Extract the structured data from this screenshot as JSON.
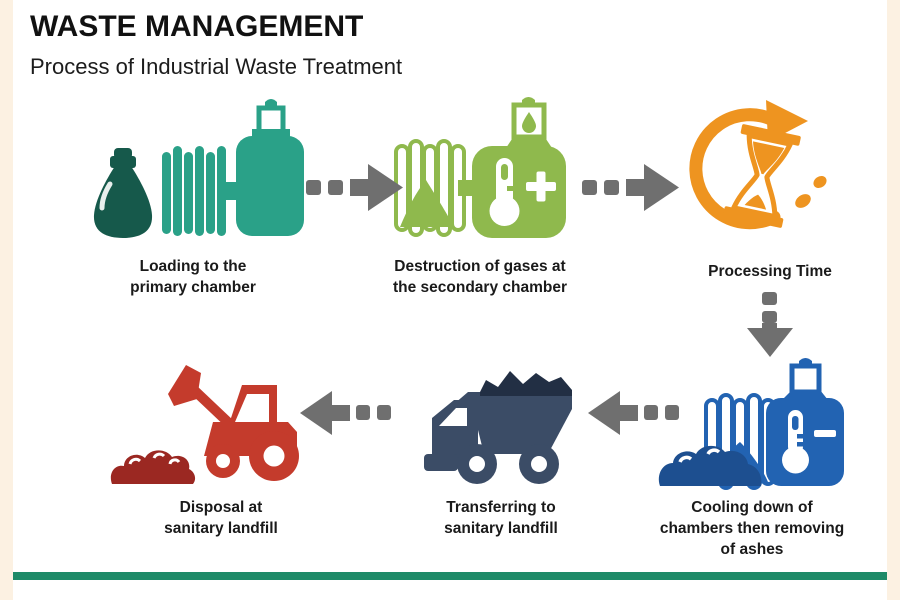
{
  "header": {
    "title": "WASTE MANAGEMENT",
    "subtitle": "Process of Industrial Waste Treatment"
  },
  "steps": [
    {
      "name": "loading-to-primary-chamber",
      "lines": [
        "Loading to the",
        "primary chamber"
      ],
      "icons": [
        "waste-bag-icon",
        "primary-chamber-icon",
        "treatment-tank-icon"
      ],
      "color": "#2aa188"
    },
    {
      "name": "destruction-of-gases",
      "lines": [
        "Destruction of gases at",
        "the secondary chamber"
      ],
      "icons": [
        "secondary-chamber-icon",
        "secondary-tank-thermometer-plus-icon"
      ],
      "color": "#8fb94d"
    },
    {
      "name": "processing-time",
      "lines": [
        "Processing Time"
      ],
      "icons": [
        "hourglass-cycle-icon"
      ],
      "color": "#ee9420"
    },
    {
      "name": "cooling-and-ash-removal",
      "lines": [
        "Cooling down of",
        "chambers then removing",
        "of ashes"
      ],
      "icons": [
        "ash-pile-icon",
        "cooling-chamber-icon",
        "cooling-tank-thermometer-minus-icon"
      ],
      "color": "#2263b2"
    },
    {
      "name": "transferring-to-landfill",
      "lines": [
        "Transferring to",
        "sanitary landfill"
      ],
      "icons": [
        "dump-truck-icon"
      ],
      "color": "#3b4c66"
    },
    {
      "name": "disposal-at-landfill",
      "lines": [
        "Disposal at",
        "sanitary landfill"
      ],
      "icons": [
        "front-loader-icon",
        "waste-pile-icon"
      ],
      "color": "#c43b2c"
    }
  ],
  "arrows": [
    {
      "name": "arrow-step1-step2",
      "direction": "right",
      "style": "dashed"
    },
    {
      "name": "arrow-step2-step3",
      "direction": "right",
      "style": "dashed"
    },
    {
      "name": "arrow-step3-step4",
      "direction": "down",
      "style": "dashed"
    },
    {
      "name": "arrow-step4-step5",
      "direction": "left",
      "style": "dashed"
    },
    {
      "name": "arrow-step5-step6",
      "direction": "left",
      "style": "dashed"
    }
  ],
  "colors": {
    "teal": "#2aa188",
    "teal-dark": "#16594b",
    "green": "#8fb94d",
    "orange": "#ee9420",
    "blue": "#2263b2",
    "blue-dark": "#1d4f90",
    "navy": "#3b4c66",
    "navy-dark": "#222f44",
    "red": "#c43b2c",
    "red-dark": "#9b2822",
    "arrow": "#6f6f6f",
    "bar": "#1e8a68",
    "frame": "#fcf1e2",
    "text": "#1a1a1a"
  }
}
